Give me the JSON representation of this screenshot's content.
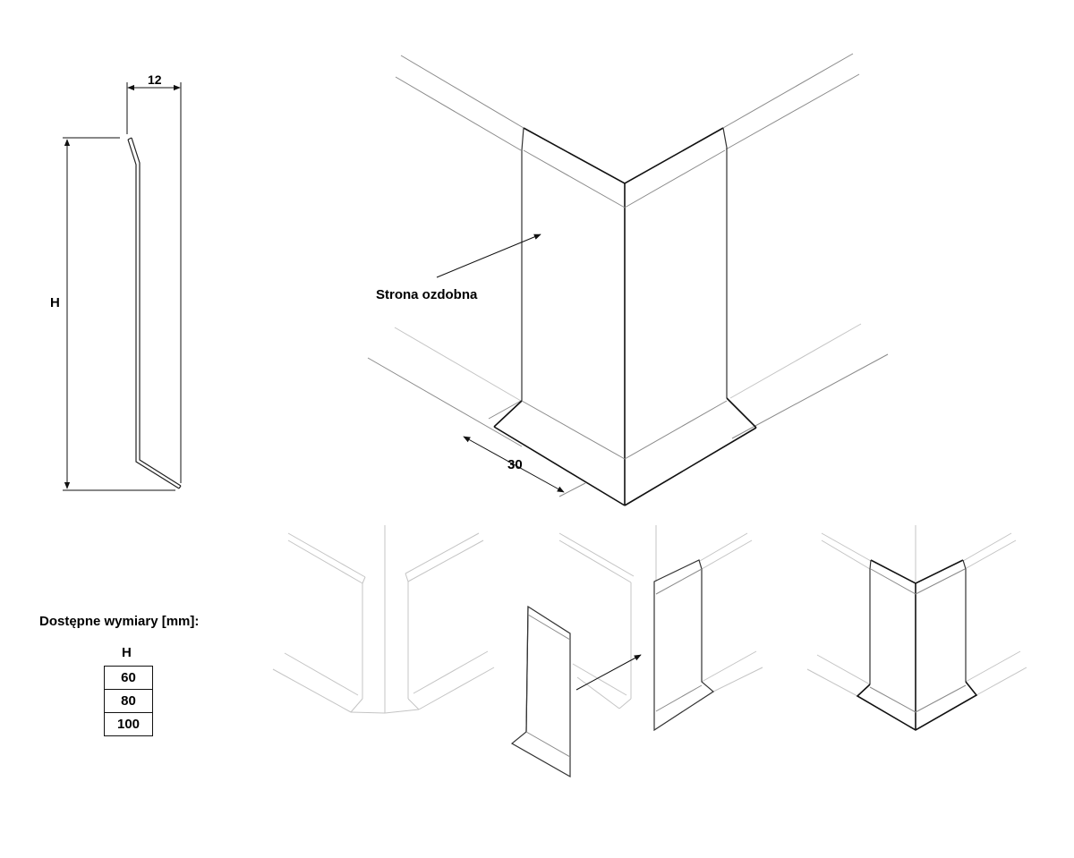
{
  "profile": {
    "width_label": "12",
    "height_label": "H"
  },
  "main_view": {
    "callout_label": "Strona ozdobna",
    "flange_label": "30"
  },
  "dimensions": {
    "title": "Dostępne wymiary [mm]:",
    "column_header": "H",
    "values": [
      "60",
      "80",
      "100"
    ]
  }
}
